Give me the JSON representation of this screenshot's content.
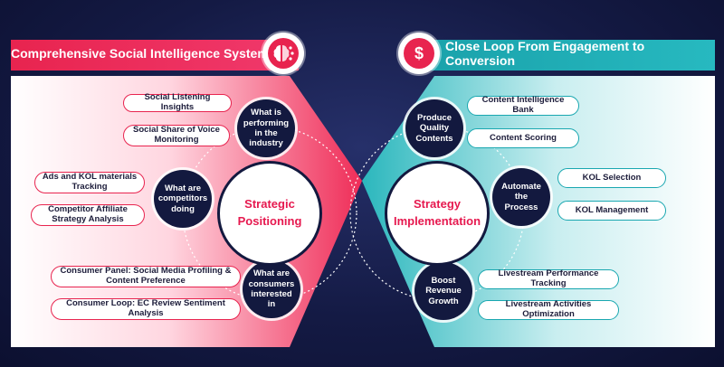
{
  "left": {
    "title": "Comprehensive Social Intelligence System",
    "center": {
      "line1": "Strategic",
      "line2": "Positioning"
    },
    "questions": [
      {
        "text": "What is performing in the industry"
      },
      {
        "text": "What are competitors doing"
      },
      {
        "text": "What are consumers interested in"
      }
    ],
    "pills": [
      {
        "text": "Social Listening Insights"
      },
      {
        "text": "Social Share of Voice Monitoring"
      },
      {
        "text": "Ads and KOL materials Tracking"
      },
      {
        "text": "Competitor Affiliate Strategy Analysis"
      },
      {
        "text": "Consumer Panel: Social Media Profiling & Content Preference"
      },
      {
        "text": "Consumer Loop: EC Review Sentiment Analysis"
      }
    ]
  },
  "right": {
    "title": "Close Loop From Engagement to Conversion",
    "center": {
      "line1": "Strategy",
      "line2": "Implementation"
    },
    "steps": [
      {
        "text": "Produce Quality Contents"
      },
      {
        "text": "Automate the Process"
      },
      {
        "text": "Boost Revenue Growth"
      }
    ],
    "pills": [
      {
        "text": "Content Intelligence Bank"
      },
      {
        "text": "Content Scoring"
      },
      {
        "text": "KOL Selection"
      },
      {
        "text": "KOL Management"
      },
      {
        "text": "Livestream Performance Tracking"
      },
      {
        "text": "Livestream Activities Optimization"
      }
    ]
  },
  "colors": {
    "pink": "#e8244f",
    "teal": "#19a7b0",
    "navy": "#13193f"
  },
  "icons": {
    "left": "brain-icon",
    "right": "dollar-icon"
  }
}
